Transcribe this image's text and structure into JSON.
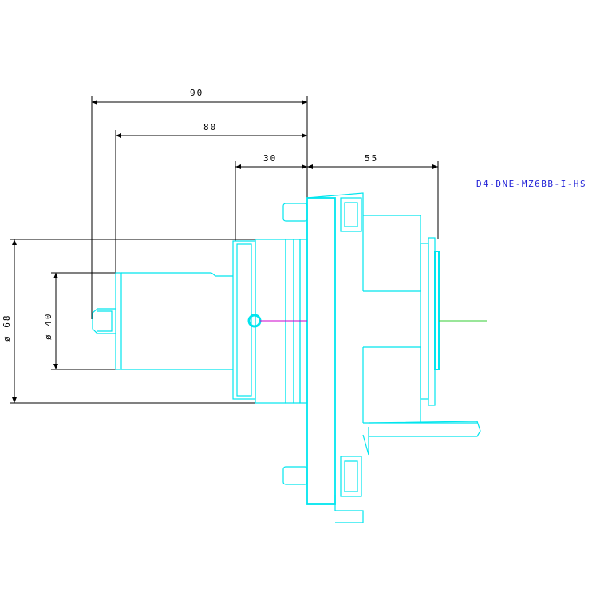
{
  "drawing": {
    "part_code": "D4-DNE-MZ6BB-I-HS",
    "colors": {
      "outline": "#00e5ee",
      "dimension": "#000000",
      "label": "#1f1fd6",
      "axis_left": "#cc00cc",
      "axis_right": "#33cc33"
    },
    "dimensions": {
      "d90": "90",
      "d80": "80",
      "d30": "30",
      "d55": "55",
      "dia68": "ø 68",
      "dia40": "ø 40"
    }
  }
}
